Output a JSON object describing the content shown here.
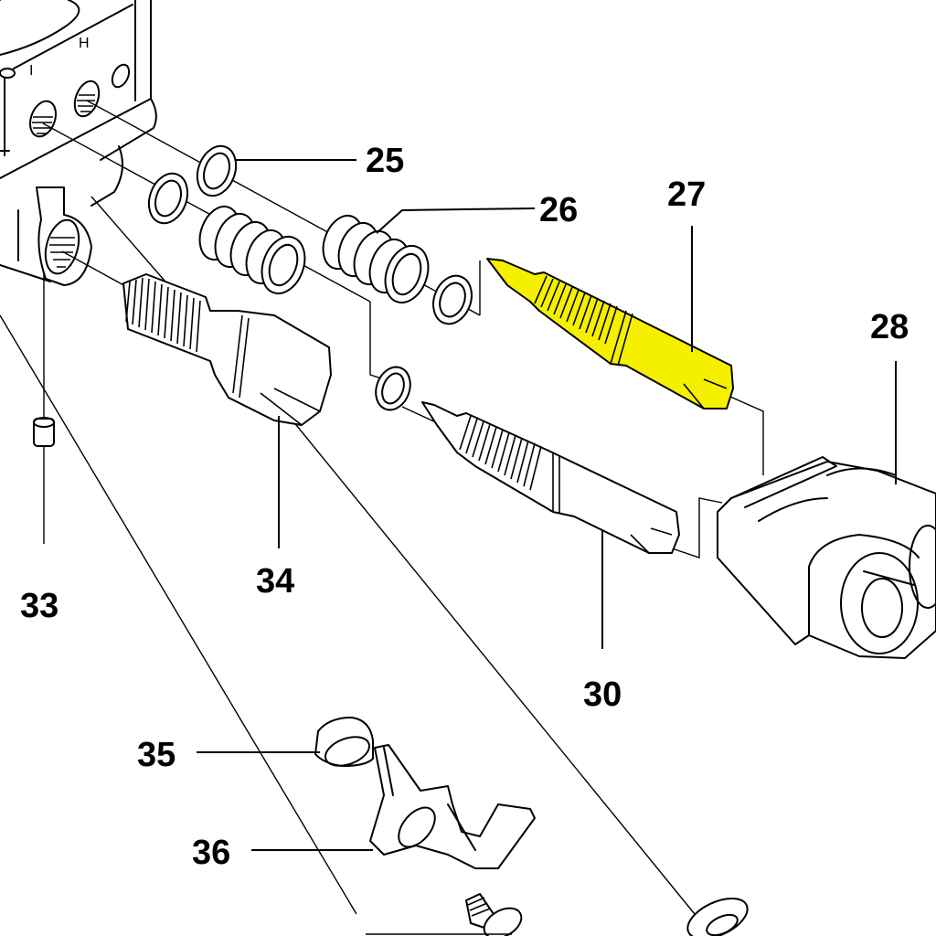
{
  "diagram": {
    "title": "Exploded parts diagram",
    "highlight_color": "#f5f000",
    "housing_markings": [
      "I",
      "H"
    ],
    "callouts": [
      {
        "id": "25",
        "label": "25",
        "part": "washer"
      },
      {
        "id": "26",
        "label": "26",
        "part": "spring"
      },
      {
        "id": "27",
        "label": "27",
        "part": "adjusting screw (highlighted)",
        "highlighted": true
      },
      {
        "id": "28",
        "label": "28",
        "part": "cap / housing block"
      },
      {
        "id": "30",
        "label": "30",
        "part": "adjusting screw"
      },
      {
        "id": "33",
        "label": "33",
        "part": "plug / pin"
      },
      {
        "id": "34",
        "label": "34",
        "part": "screw with collar"
      },
      {
        "id": "35",
        "label": "35",
        "part": "bushing"
      },
      {
        "id": "36",
        "label": "36",
        "part": "lever"
      }
    ]
  }
}
